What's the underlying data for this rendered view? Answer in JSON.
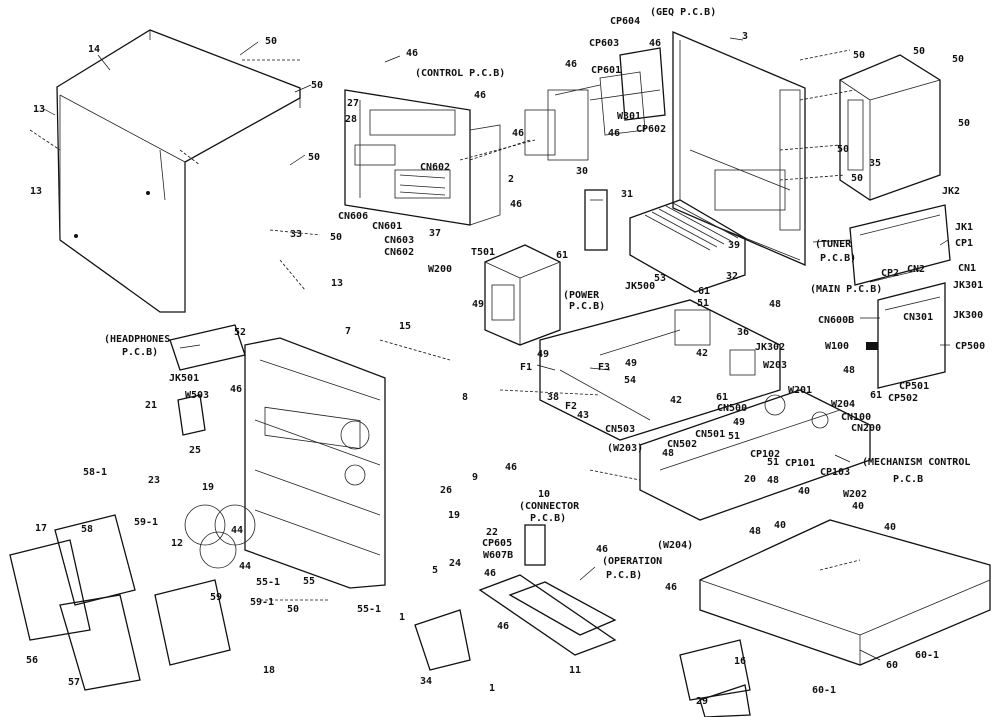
{
  "labels": [
    {
      "id": "l-14",
      "text": "14"
    },
    {
      "id": "l-50a",
      "text": "50"
    },
    {
      "id": "l-50b",
      "text": "50"
    },
    {
      "id": "l-13a",
      "text": "13"
    },
    {
      "id": "l-13b",
      "text": "13"
    },
    {
      "id": "l-50c",
      "text": "50"
    },
    {
      "id": "l-46a",
      "text": "46"
    },
    {
      "id": "l-control",
      "text": "(CONTROL P.C.B)"
    },
    {
      "id": "l-27",
      "text": "27"
    },
    {
      "id": "l-46b",
      "text": "46"
    },
    {
      "id": "l-28",
      "text": "28"
    },
    {
      "id": "l-cn602a",
      "text": "CN602"
    },
    {
      "id": "l-2",
      "text": "2"
    },
    {
      "id": "l-cn606",
      "text": "CN606"
    },
    {
      "id": "l-cn601",
      "text": "CN601"
    },
    {
      "id": "l-37",
      "text": "37"
    },
    {
      "id": "l-cn603",
      "text": "CN603"
    },
    {
      "id": "l-cn602b",
      "text": "CN602"
    },
    {
      "id": "l-33",
      "text": "33"
    },
    {
      "id": "l-50d",
      "text": "50"
    },
    {
      "id": "l-w200",
      "text": "W200"
    },
    {
      "id": "l-13c",
      "text": "13"
    },
    {
      "id": "l-cp604",
      "text": "CP604"
    },
    {
      "id": "l-geo",
      "text": "(GEQ P.C.B)"
    },
    {
      "id": "l-cp603",
      "text": "CP603"
    },
    {
      "id": "l-46c",
      "text": "46"
    },
    {
      "id": "l-cp601",
      "text": "CP601"
    },
    {
      "id": "l-46d",
      "text": "46"
    },
    {
      "id": "l-w301",
      "text": "W301"
    },
    {
      "id": "l-cp602",
      "text": "CP602"
    },
    {
      "id": "l-46e",
      "text": "46"
    },
    {
      "id": "l-46f",
      "text": "46"
    },
    {
      "id": "l-30",
      "text": "30"
    },
    {
      "id": "l-46g",
      "text": "46"
    },
    {
      "id": "l-3",
      "text": "3"
    },
    {
      "id": "l-50e",
      "text": "50"
    },
    {
      "id": "l-50f",
      "text": "50"
    },
    {
      "id": "l-50g",
      "text": "50"
    },
    {
      "id": "l-50h",
      "text": "50"
    },
    {
      "id": "l-50i",
      "text": "50"
    },
    {
      "id": "l-35",
      "text": "35"
    },
    {
      "id": "l-50j",
      "text": "50"
    },
    {
      "id": "l-jk2",
      "text": "JK2"
    },
    {
      "id": "l-jk1",
      "text": "JK1"
    },
    {
      "id": "l-tuner",
      "text": "(TUNER"
    },
    {
      "id": "l-tuner2",
      "text": "P.C.B)"
    },
    {
      "id": "l-cp1",
      "text": "CP1"
    },
    {
      "id": "l-cp2",
      "text": "CP2"
    },
    {
      "id": "l-cn2",
      "text": "CN2"
    },
    {
      "id": "l-cn1",
      "text": "CN1"
    },
    {
      "id": "l-main",
      "text": "(MAIN P.C.B)"
    },
    {
      "id": "l-jk301",
      "text": "JK301"
    },
    {
      "id": "l-cn600b",
      "text": "CN600B"
    },
    {
      "id": "l-cn301",
      "text": "CN301"
    },
    {
      "id": "l-jk300",
      "text": "JK300"
    },
    {
      "id": "l-w100",
      "text": "W100"
    },
    {
      "id": "l-cp500",
      "text": "CP500"
    },
    {
      "id": "l-cp501",
      "text": "CP501"
    },
    {
      "id": "l-cp502",
      "text": "CP502"
    },
    {
      "id": "l-31",
      "text": "31"
    },
    {
      "id": "l-39",
      "text": "39"
    },
    {
      "id": "l-61a",
      "text": "61"
    },
    {
      "id": "l-t501",
      "text": "T501"
    },
    {
      "id": "l-jk500",
      "text": "JK500"
    },
    {
      "id": "l-53",
      "text": "53"
    },
    {
      "id": "l-32",
      "text": "32"
    },
    {
      "id": "l-61b",
      "text": "61"
    },
    {
      "id": "l-51a",
      "text": "51"
    },
    {
      "id": "l-48a",
      "text": "48"
    },
    {
      "id": "l-power",
      "text": "(POWER"
    },
    {
      "id": "l-power2",
      "text": "P.C.B)"
    },
    {
      "id": "l-36",
      "text": "36"
    },
    {
      "id": "l-jk302",
      "text": "JK302"
    },
    {
      "id": "l-49a",
      "text": "49"
    },
    {
      "id": "l-49b",
      "text": "49"
    },
    {
      "id": "l-49c",
      "text": "49"
    },
    {
      "id": "l-f1",
      "text": "F1"
    },
    {
      "id": "l-f3",
      "text": "F3"
    },
    {
      "id": "l-54",
      "text": "54"
    },
    {
      "id": "l-42a",
      "text": "42"
    },
    {
      "id": "l-w203a",
      "text": "W203"
    },
    {
      "id": "l-38",
      "text": "38"
    },
    {
      "id": "l-f2",
      "text": "F2"
    },
    {
      "id": "l-43",
      "text": "43"
    },
    {
      "id": "l-42b",
      "text": "42"
    },
    {
      "id": "l-61c",
      "text": "61"
    },
    {
      "id": "l-cn500",
      "text": "CN500"
    },
    {
      "id": "l-w201",
      "text": "W201"
    },
    {
      "id": "l-48b",
      "text": "48"
    },
    {
      "id": "l-w204a",
      "text": "W204"
    },
    {
      "id": "l-61d",
      "text": "61"
    },
    {
      "id": "l-cn100",
      "text": "CN100"
    },
    {
      "id": "l-cn200",
      "text": "CN200"
    },
    {
      "id": "l-cn503",
      "text": "CN503"
    },
    {
      "id": "l-49d",
      "text": "49"
    },
    {
      "id": "l-cn501",
      "text": "CN501"
    },
    {
      "id": "l-51b",
      "text": "51"
    },
    {
      "id": "l-cn502",
      "text": "CN502"
    },
    {
      "id": "l-headphones",
      "text": "(HEADPHONES"
    },
    {
      "id": "l-headphones2",
      "text": "P.C.B)"
    },
    {
      "id": "l-52",
      "text": "52"
    },
    {
      "id": "l-jk501",
      "text": "JK501"
    },
    {
      "id": "l-7",
      "text": "7"
    },
    {
      "id": "l-15",
      "text": "15"
    },
    {
      "id": "l-w503",
      "text": "W503"
    },
    {
      "id": "l-46h",
      "text": "46"
    },
    {
      "id": "l-21",
      "text": "21"
    },
    {
      "id": "l-8",
      "text": "8"
    },
    {
      "id": "l-25",
      "text": "25"
    },
    {
      "id": "l-58-1",
      "text": "58-1"
    },
    {
      "id": "l-23",
      "text": "23"
    },
    {
      "id": "l-19a",
      "text": "19"
    },
    {
      "id": "l-26",
      "text": "26"
    },
    {
      "id": "l-9",
      "text": "9"
    },
    {
      "id": "l-46i",
      "text": "46"
    },
    {
      "id": "l-10",
      "text": "10"
    },
    {
      "id": "l-connector",
      "text": "(CONNECTOR"
    },
    {
      "id": "l-connector2",
      "text": "P.C.B)"
    },
    {
      "id": "l-w203b",
      "text": "(W203)"
    },
    {
      "id": "l-48c",
      "text": "48"
    },
    {
      "id": "l-cp102",
      "text": "CP102"
    },
    {
      "id": "l-51c",
      "text": "51"
    },
    {
      "id": "l-cp101",
      "text": "CP101"
    },
    {
      "id": "l-cp103",
      "text": "CP103"
    },
    {
      "id": "l-mech",
      "text": "(MECHANISM CONTROL"
    },
    {
      "id": "l-mech2",
      "text": "P.C.B"
    },
    {
      "id": "l-20",
      "text": "20"
    },
    {
      "id": "l-48d",
      "text": "48"
    },
    {
      "id": "l-40a",
      "text": "40"
    },
    {
      "id": "l-w202",
      "text": "W202"
    },
    {
      "id": "l-40b",
      "text": "40"
    },
    {
      "id": "l-w204b",
      "text": "(W204)"
    },
    {
      "id": "l-48e",
      "text": "48"
    },
    {
      "id": "l-40c",
      "text": "40"
    },
    {
      "id": "l-40d",
      "text": "40"
    },
    {
      "id": "l-17",
      "text": "17"
    },
    {
      "id": "l-58",
      "text": "58"
    },
    {
      "id": "l-59-1a",
      "text": "59-1"
    },
    {
      "id": "l-12",
      "text": "12"
    },
    {
      "id": "l-44a",
      "text": "44"
    },
    {
      "id": "l-19b",
      "text": "19"
    },
    {
      "id": "l-22",
      "text": "22"
    },
    {
      "id": "l-cp605",
      "text": "CP605"
    },
    {
      "id": "l-w607b",
      "text": "W607B"
    },
    {
      "id": "l-46j",
      "text": "46"
    },
    {
      "id": "l-operation",
      "text": "(OPERATION"
    },
    {
      "id": "l-operation2",
      "text": "P.C.B)"
    },
    {
      "id": "l-44b",
      "text": "44"
    },
    {
      "id": "l-5",
      "text": "5"
    },
    {
      "id": "l-24",
      "text": "24"
    },
    {
      "id": "l-55-1a",
      "text": "55-1"
    },
    {
      "id": "l-55",
      "text": "55"
    },
    {
      "id": "l-46k",
      "text": "46"
    },
    {
      "id": "l-46l",
      "text": "46"
    },
    {
      "id": "l-59",
      "text": "59"
    },
    {
      "id": "l-59-1b",
      "text": "59-1"
    },
    {
      "id": "l-50k",
      "text": "50"
    },
    {
      "id": "l-55-1b",
      "text": "55-1"
    },
    {
      "id": "l-46m",
      "text": "46"
    },
    {
      "id": "l-1a",
      "text": "1"
    },
    {
      "id": "l-56",
      "text": "56"
    },
    {
      "id": "l-57",
      "text": "57"
    },
    {
      "id": "l-18",
      "text": "18"
    },
    {
      "id": "l-34",
      "text": "34"
    },
    {
      "id": "l-1b",
      "text": "1"
    },
    {
      "id": "l-11",
      "text": "11"
    },
    {
      "id": "l-16",
      "text": "16"
    },
    {
      "id": "l-29",
      "text": "29"
    },
    {
      "id": "l-60",
      "text": "60"
    },
    {
      "id": "l-60-1a",
      "text": "60-1"
    },
    {
      "id": "l-60-1b",
      "text": "60-1"
    }
  ]
}
